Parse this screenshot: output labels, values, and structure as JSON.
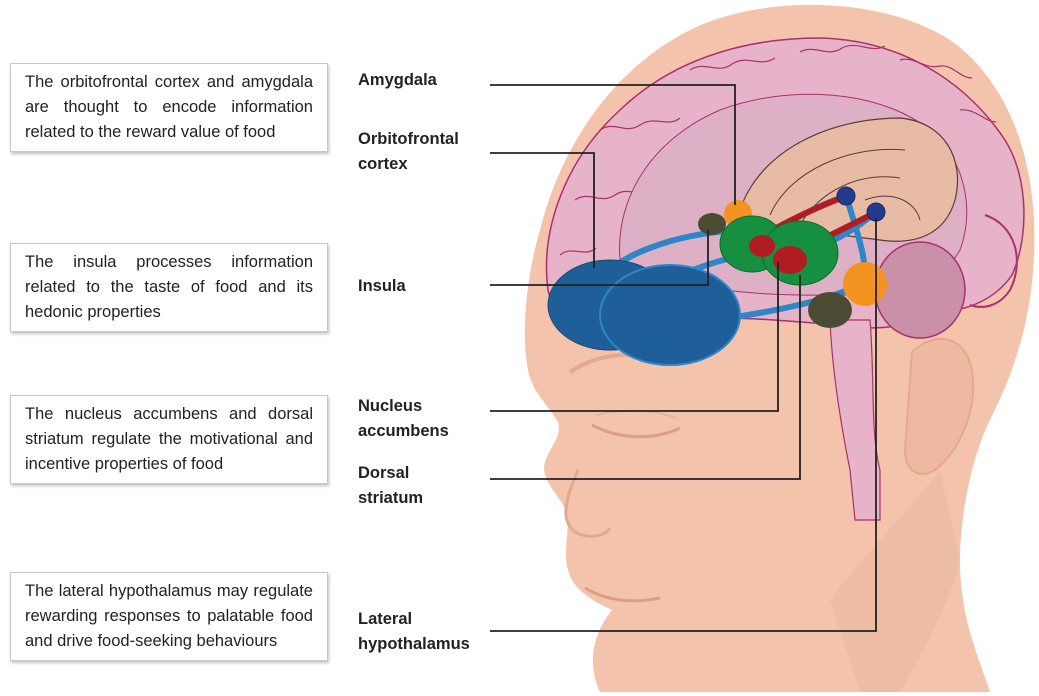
{
  "boxes": [
    {
      "text": "The orbitofrontal cortex and amygdala are thought to encode information related to the reward value of food"
    },
    {
      "text": "The insula processes information related to the taste of food and its hedonic properties"
    },
    {
      "text": "The nucleus accumbens and dorsal striatum regulate the motivational and incentive properties of food"
    },
    {
      "text": "The lateral hypothalamus may regulate rewarding responses to palatable food and drive food-seeking behaviours"
    }
  ],
  "labels": {
    "amygdala": "Amygdala",
    "orbitofrontal_1": "Orbitofrontal",
    "orbitofrontal_2": "cortex",
    "insula": "Insula",
    "nucleus_1": "Nucleus",
    "nucleus_2": "accumbens",
    "dorsal_1": "Dorsal",
    "dorsal_2": "striatum",
    "lateral_1": "Lateral",
    "lateral_2": "hypothalamus"
  },
  "colors": {
    "skin": "#f3c3ac",
    "brain": "#e6b3c8",
    "brain_outline": "#a8326e",
    "blue_region": "#1f5f99",
    "green_region": "#169040",
    "red_region": "#b01c22",
    "orange_region": "#f39320",
    "olive_region": "#4b4a32",
    "pathway": "#2e86c8",
    "leader_line": "#222222"
  }
}
